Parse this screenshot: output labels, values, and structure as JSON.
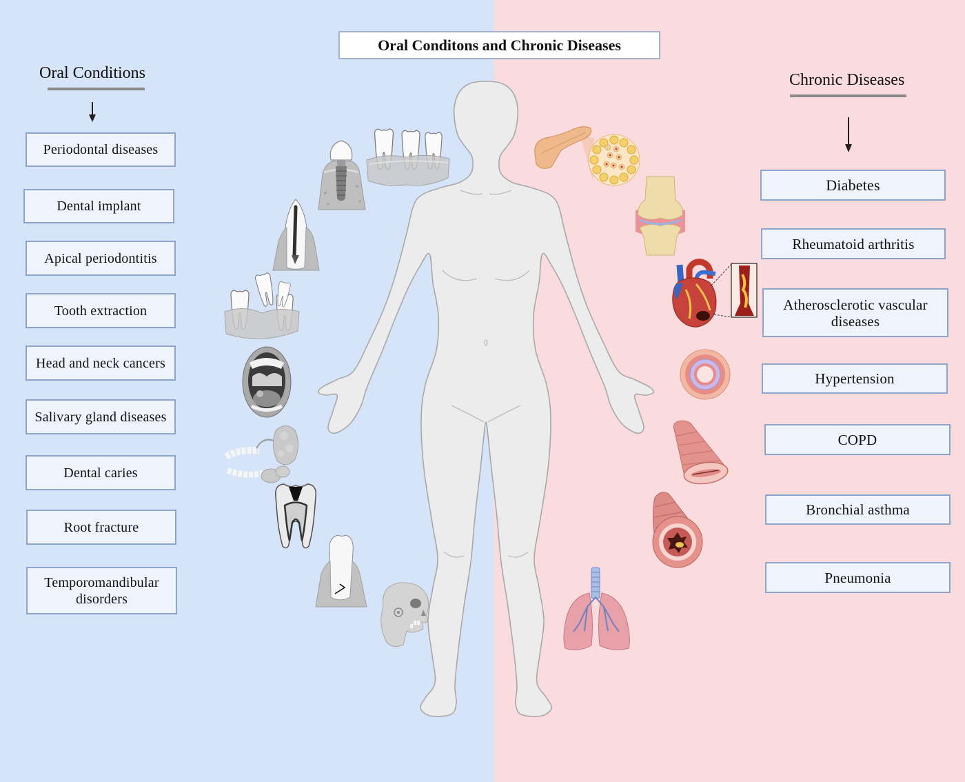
{
  "title": "Oral Conditons and Chronic Diseases",
  "oral_conditions": {
    "heading": "Oral Conditions",
    "items": [
      "Periodontal diseases",
      "Dental implant",
      "Apical periodontitis",
      "Tooth extraction",
      "Head and neck cancers",
      "Salivary gland diseases",
      "Dental caries",
      "Root fracture",
      "Temporomandibular disorders"
    ]
  },
  "chronic_diseases": {
    "heading": "Chronic Diseases",
    "items": [
      "Diabetes",
      "Rheumatoid arthritis",
      "Atherosclerotic vascular diseases",
      "Hypertension",
      "COPD",
      "Bronchial asthma",
      "Pneumonia"
    ]
  },
  "illustrations": {
    "center": "human-body-silhouette",
    "left": [
      "dental-implant-icon",
      "periodontal-teeth-icon",
      "root-canal-tooth-icon",
      "tooth-extraction-icon",
      "open-mouth-icon",
      "salivary-gland-icon",
      "dental-caries-icon",
      "root-fracture-icon",
      "skull-icon"
    ],
    "right": [
      "pancreas-icon",
      "islet-cells-icon",
      "knee-joint-icon",
      "heart-icon",
      "atherosclerotic-plaque-icon",
      "artery-cross-section-icon",
      "bronchus-icon",
      "asthma-bronchus-icon",
      "lungs-icon"
    ]
  },
  "colors": {
    "left_background": "#d6e4f9",
    "right_background": "#fbdcde",
    "box_fill": "#eef3fc",
    "box_border": "#8ea5cb",
    "body_fill": "#ececec"
  }
}
